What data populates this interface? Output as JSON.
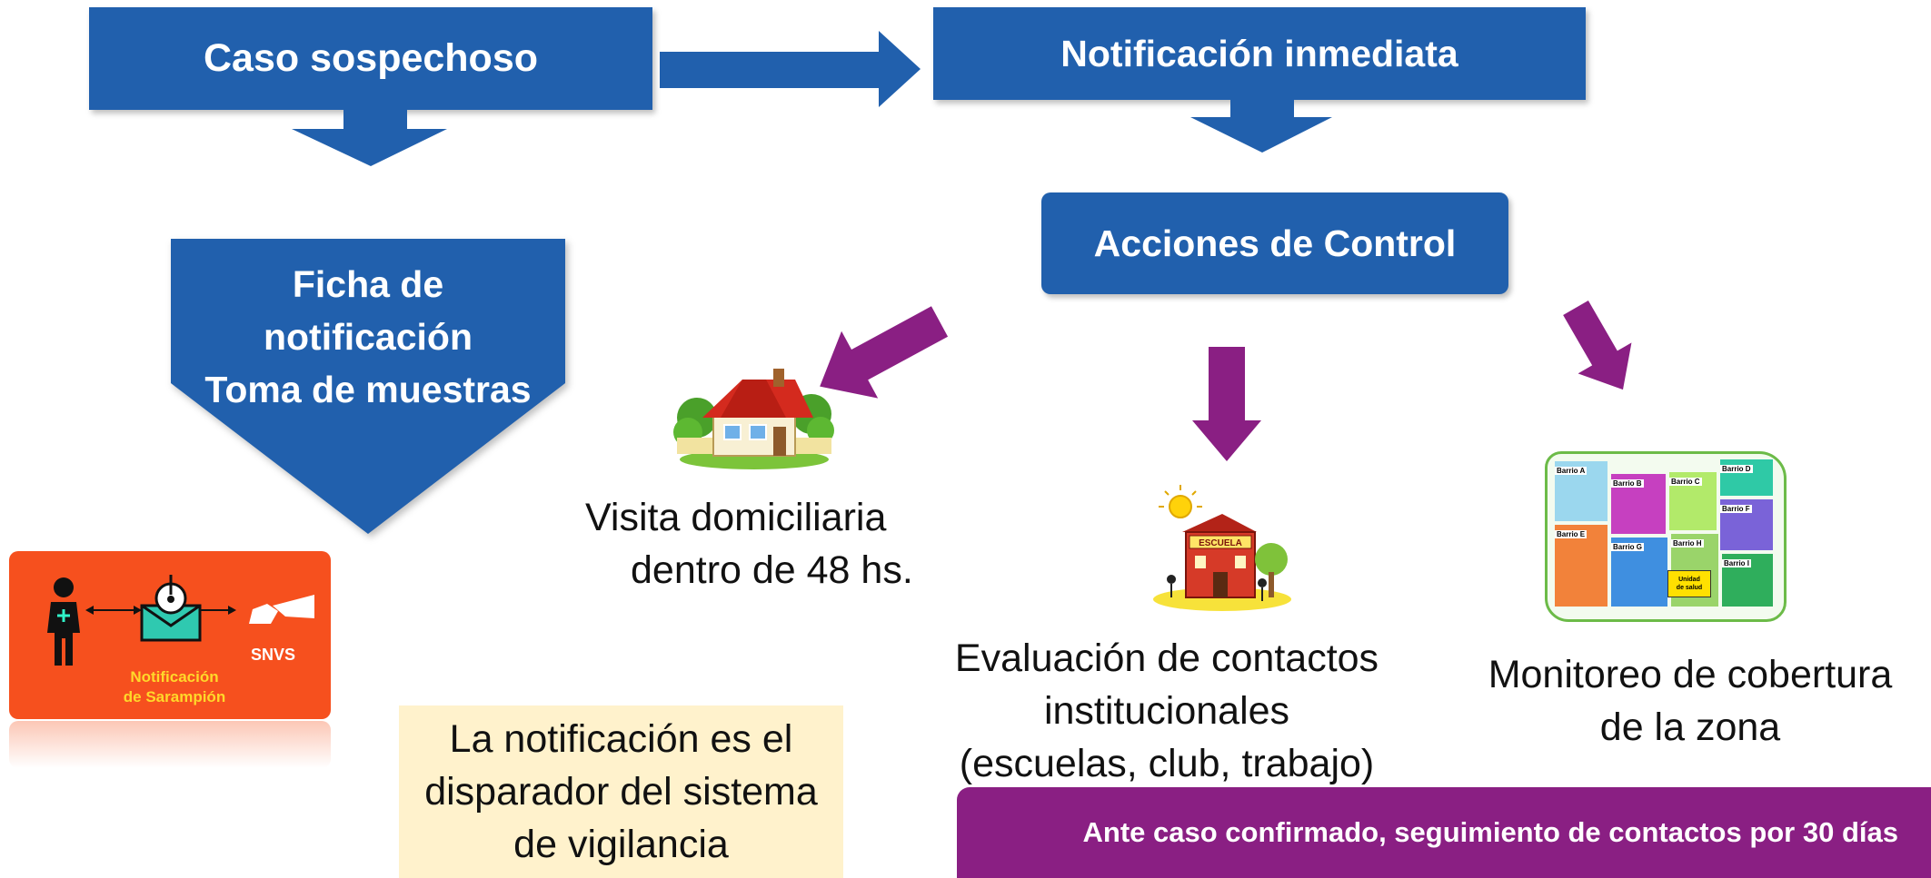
{
  "flow": {
    "suspect_case": "Caso sospechoso",
    "immediate_notification": "Notificación inmediata",
    "control_actions": "Acciones de Control",
    "form_line1": "Ficha de",
    "form_line2": "notificación",
    "form_line3": "Toma de muestras"
  },
  "snvs_card": {
    "caption_line1": "Notificación",
    "caption_line2": "de Sarampión",
    "badge": "SNVS",
    "bg_color": "#f6501e",
    "caption_color": "#ffd82a"
  },
  "actions": {
    "home_visit_line1": "Visita domiciliaria",
    "home_visit_line2": "dentro de 48 hs.",
    "contacts_line1": "Evaluación de contactos",
    "contacts_line2": "institucionales",
    "contacts_line3": "(escuelas, club, trabajo)",
    "coverage_line1": "Monitoreo de cobertura",
    "coverage_line2": "de la zona"
  },
  "school_icon": {
    "sign": "ESCUELA"
  },
  "map": {
    "barrios": [
      "Barrio A",
      "Barrio B",
      "Barrio C",
      "Barrio D",
      "Barrio E",
      "Barrio F",
      "Barrio G",
      "Barrio H",
      "Barrio I"
    ],
    "unit_line1": "Unidad",
    "unit_line2": "de salud"
  },
  "note": {
    "line1": "La notificación es el",
    "line2": "disparador del sistema",
    "line3": "de vigilancia",
    "bg_color": "#fff2cc"
  },
  "banner": {
    "text": "Ante caso confirmado, seguimiento de contactos por 30 días",
    "bg_color": "#8a1f83"
  },
  "colors": {
    "blue": "#2160ad",
    "purple": "#8a1f83"
  }
}
